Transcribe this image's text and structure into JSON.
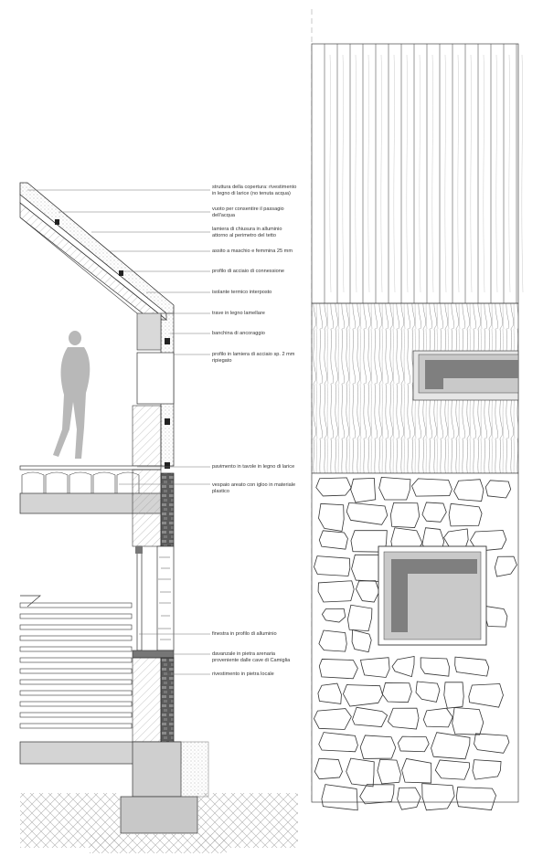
{
  "labels": [
    {
      "id": "roof-structure",
      "text": "struttura della copertura: rivestimento\nin legno di larice  (no  tenuta acqua)"
    },
    {
      "id": "air-gap",
      "text": "vuoto per consentire il passagio\ndell'acqua"
    },
    {
      "id": "flashing",
      "text": "lamiera di chiusura in alluminio\nattorno al perimetro del tetto"
    },
    {
      "id": "boarding",
      "text": "assito a maschio e femmina 25 mm"
    },
    {
      "id": "steel-profile",
      "text": "profilo di acciaio di connessione"
    },
    {
      "id": "insulation",
      "text": "isolante termico interposto"
    },
    {
      "id": "glulam-beam",
      "text": "trave in legno lamellare"
    },
    {
      "id": "anchor-bench",
      "text": "banchina di ancoraggio"
    },
    {
      "id": "folded-sheet",
      "text": "profilo in lamiera di acciaio sp. 2 mm\nripiegato"
    },
    {
      "id": "larch-floor",
      "text": "pavimento in tavole in legno di larice"
    },
    {
      "id": "igloo-crawlspace",
      "text": "vespaio areato con igloo in materiale\nplastico"
    },
    {
      "id": "aluminium-window",
      "text": "finestra in profilo di alluminio"
    },
    {
      "id": "sandstone-sill",
      "text": "davanzale in pietra arenaria\nproveniente dalle cave di Camiglia"
    },
    {
      "id": "stone-cladding",
      "text": "rivestimento in pietra locale"
    }
  ],
  "colors": {
    "line": "#333333",
    "concrete": "#d4d4d4",
    "dark_stone": "#555555",
    "figure": "#b8b8b8",
    "window_grey": "#7f7f7f"
  }
}
